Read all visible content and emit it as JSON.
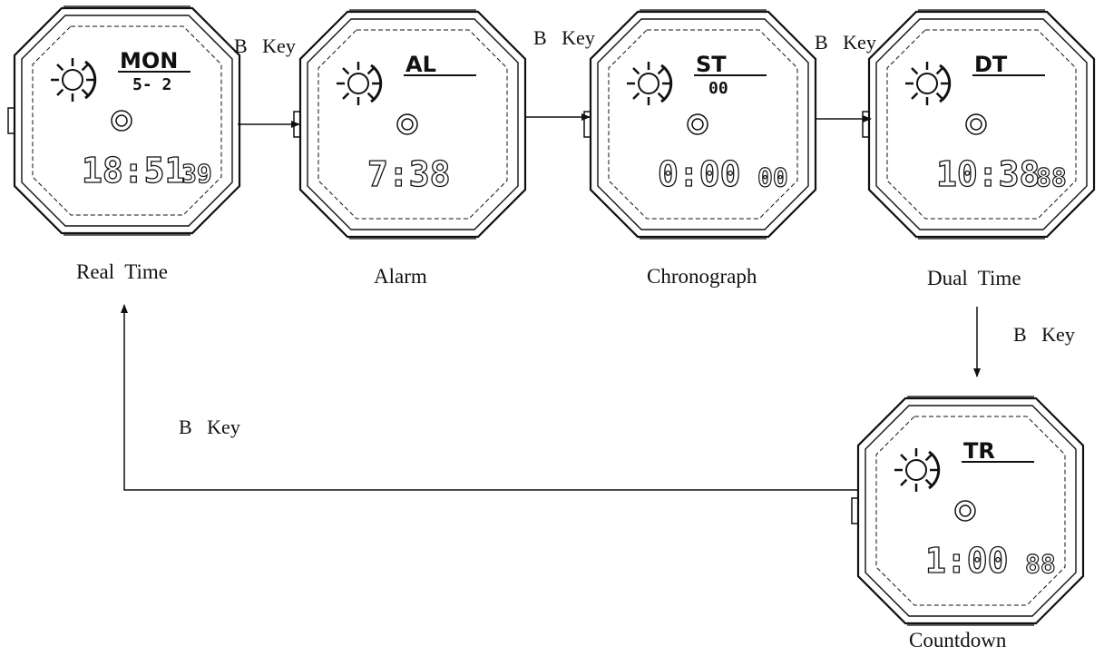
{
  "watches": [
    {
      "id": "real-time",
      "mode": "MON",
      "sub": "5- 2",
      "time": "18:51",
      "small": "39",
      "label": "Real  Time"
    },
    {
      "id": "alarm",
      "mode": "AL",
      "sub": "",
      "time": "7:38",
      "small": "",
      "label": "Alarm"
    },
    {
      "id": "chronograph",
      "mode": "ST",
      "sub": "00",
      "time": "0:00",
      "small": "00",
      "label": "Chronograph"
    },
    {
      "id": "dual-time",
      "mode": "DT",
      "sub": "",
      "time": "10:38",
      "small": "88",
      "label": "Dual  Time"
    },
    {
      "id": "countdown",
      "mode": "TR",
      "sub": "",
      "time": "1:00",
      "small": "88",
      "label": "Countdown"
    }
  ],
  "arrows": [
    {
      "label": "B   Key"
    },
    {
      "label": "B   Key"
    },
    {
      "label": "B   Key"
    },
    {
      "label": "B   Key"
    },
    {
      "label": "B   Key"
    }
  ]
}
